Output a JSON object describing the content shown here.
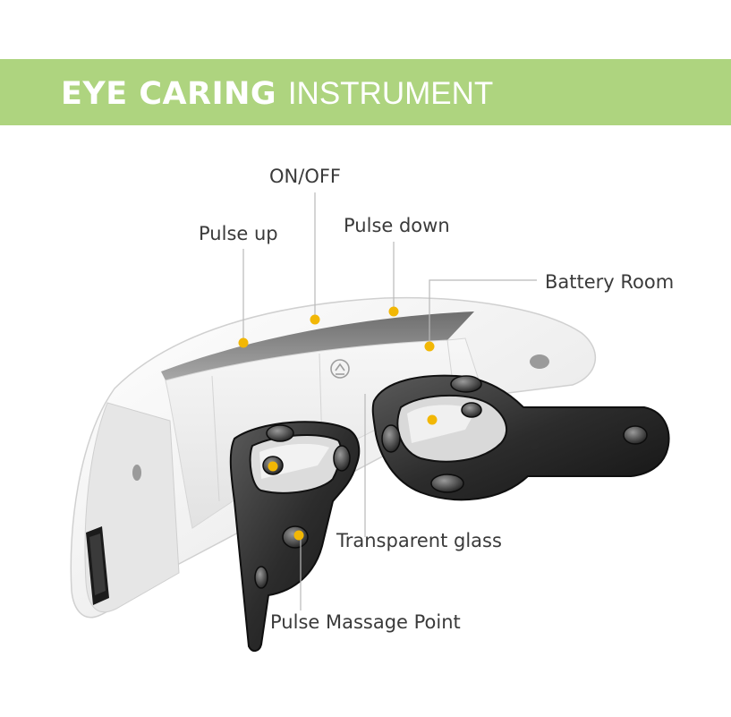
{
  "header": {
    "title_bold": "EYE CARING",
    "title_light": "INSTRUMENT"
  },
  "callouts": {
    "on_off": "ON/OFF",
    "pulse_up": "Pulse up",
    "pulse_down": "Pulse down",
    "battery_room": "Battery Room",
    "transparent_glass": "Transparent glass",
    "pulse_massage_point": "Pulse Massage Point"
  },
  "colors": {
    "banner": "#aed47f",
    "marker": "#f2b705",
    "leader_line": "#b9b9b9",
    "label_text": "#3a3a3a"
  },
  "product": {
    "name": "eye-massager-device",
    "icon": "power-icon"
  }
}
